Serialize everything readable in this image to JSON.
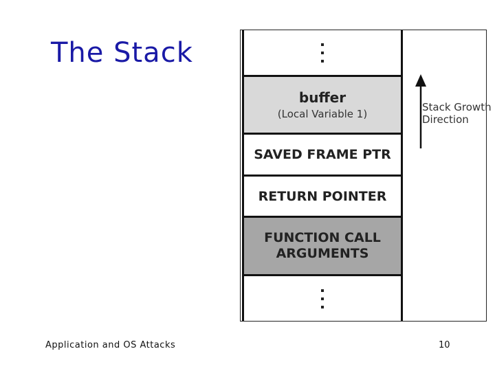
{
  "slide": {
    "title": "The Stack",
    "footer_left": "Application and OS Attacks",
    "page_number": "10"
  },
  "diagram": {
    "cells": {
      "buffer": {
        "label": "buffer",
        "sublabel": "(Local Variable 1)"
      },
      "saved_frame_ptr": {
        "label": "SAVED FRAME PTR"
      },
      "return_pointer": {
        "label": "RETURN POINTER"
      },
      "function_call_args": {
        "line1": "FUNCTION CALL",
        "line2": "ARGUMENTS"
      }
    },
    "growth": {
      "line1": "Stack Growth",
      "line2": "Direction"
    },
    "colors": {
      "title": "#1a1aa6",
      "buffer_fill": "#d9d9d9",
      "args_fill": "#a6a6a6"
    },
    "icons": [
      "vertical-ellipsis-icon",
      "up-arrow-icon"
    ]
  }
}
